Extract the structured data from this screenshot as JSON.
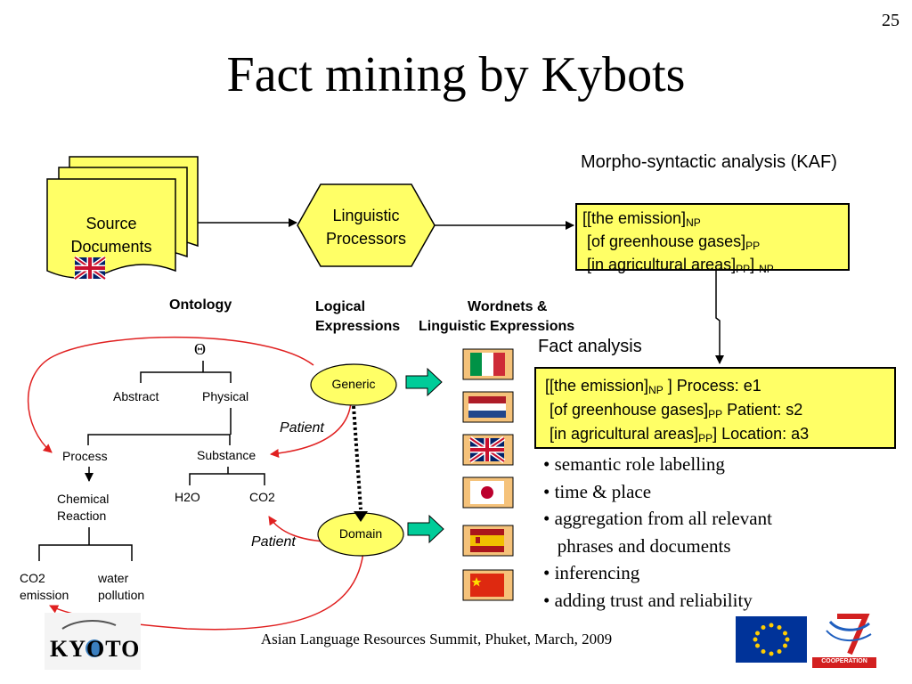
{
  "page_number": "25",
  "title": "Fact mining by Kybots",
  "source_documents": {
    "line1": "Source",
    "line2": "Documents"
  },
  "processor": {
    "line1": "Linguistic",
    "line2": "Processors"
  },
  "kaf": {
    "heading": "Morpho-syntactic analysis (KAF)",
    "lines": [
      {
        "text": "[[the emission]",
        "sub": "NP",
        "tail": "",
        "sub2": ""
      },
      {
        "text": " [of greenhouse gases]",
        "sub": "PP",
        "tail": "",
        "sub2": ""
      },
      {
        "text": " [in agricultural areas]",
        "sub": "PP",
        "tail": "] ",
        "sub2": "NP"
      }
    ]
  },
  "column_headers": {
    "ontology": "Ontology",
    "logical_line1": "Logical",
    "logical_line2": "Expressions",
    "wordnets_line1": "Wordnets &",
    "wordnets_line2": "Linguistic Expressions"
  },
  "fact_analysis": {
    "heading": "Fact analysis",
    "lines": [
      {
        "text": "[[the emission]",
        "sub": "NP",
        "tail": " ] Process: e1"
      },
      {
        "text": " [of greenhouse gases]",
        "sub": "PP",
        "tail": " Patient: s2"
      },
      {
        "text": " [in agricultural areas]",
        "sub": "PP",
        "tail": "] Location: a3"
      }
    ]
  },
  "ontology": {
    "root": "Θ",
    "abstract": "Abstract",
    "physical": "Physical",
    "process": "Process",
    "substance": "Substance",
    "chemical_line1": "Chemical",
    "chemical_line2": "Reaction",
    "h2o": "H2O",
    "co2": "CO2",
    "co2em_line1": "CO2",
    "co2em_line2": "emission",
    "water_line1": "water",
    "water_line2": "pollution"
  },
  "logical": {
    "generic": "Generic",
    "domain": "Domain",
    "patient_upper": "Patient",
    "patient_lower": "Patient"
  },
  "bullets": [
    "• semantic role labelling",
    "• time & place",
    "• aggregation from all relevant",
    "   phrases and documents",
    "• inferencing",
    "• adding trust and reliability"
  ],
  "footer": "Asian Language Resources Summit, Phuket, March, 2009",
  "logos": {
    "kyoto": "KYOTO",
    "fp7": "COOPERATION"
  },
  "colors": {
    "yellow": "#ffff66",
    "arrow_red": "#e02020",
    "domain_arrow": "#00cc99"
  }
}
